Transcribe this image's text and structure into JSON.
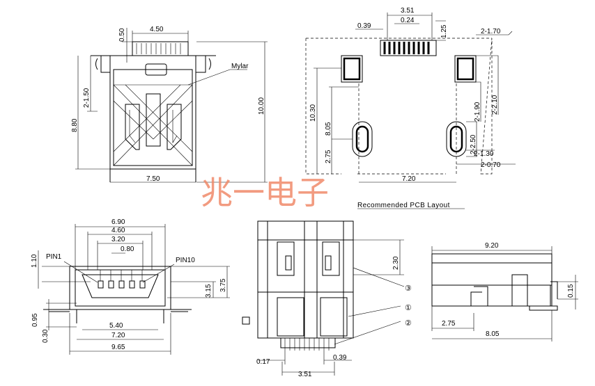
{
  "watermark": "兆一电子",
  "layout_title": "Recommended PCB Layout",
  "mylar_label": "Mylar",
  "pin1_label": "PIN1",
  "pin10_label": "PIN10",
  "callouts": [
    "③",
    "①",
    "②"
  ],
  "top_view": {
    "dims": [
      "0.50",
      "4.50",
      "2-1.50",
      "8.80",
      "10.00",
      "7.50"
    ]
  },
  "pcb_layout": {
    "dims": [
      "3.51",
      "0.39",
      "0.24",
      "1.25",
      "2-1.70",
      "10.30",
      "8.05",
      "2.75",
      "2-1.90",
      "2-2.10",
      "2-2.50",
      "2-1.30",
      "2-0.70",
      "7.20"
    ]
  },
  "front_view": {
    "dims": [
      "6.90",
      "4.60",
      "3.20",
      "0.80",
      "1.10",
      "3.15",
      "3.75",
      "0.95",
      "0.30",
      "5.40",
      "7.20",
      "9.65"
    ]
  },
  "bottom_view": {
    "dims": [
      "2.30",
      "0.17",
      "0.39",
      "3.51"
    ]
  },
  "side_view": {
    "dims": [
      "9.20",
      "0.15",
      "2.75",
      "8.05"
    ]
  }
}
